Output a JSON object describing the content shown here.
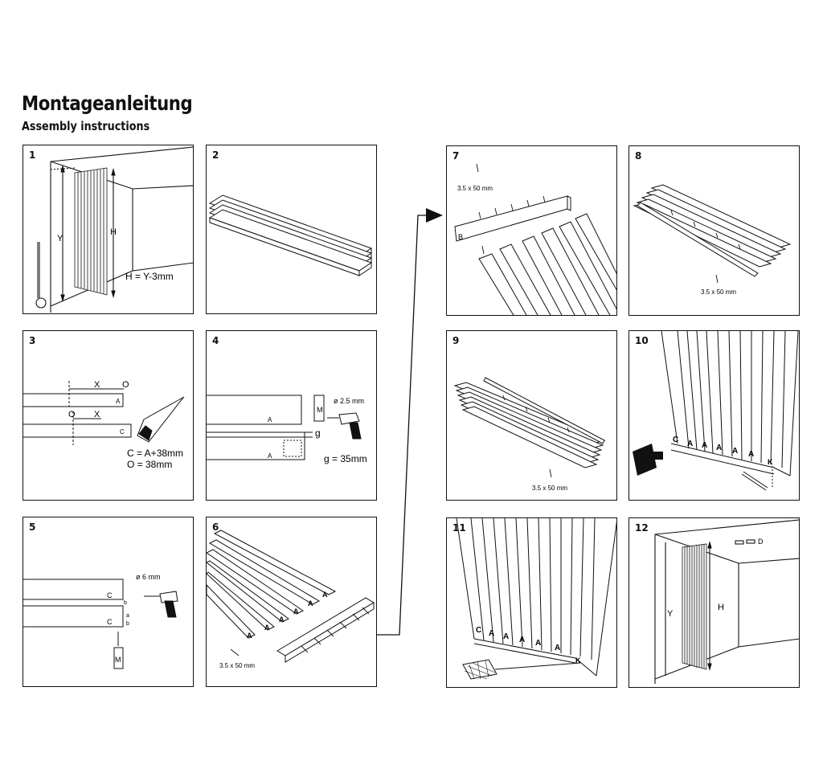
{
  "header": {
    "title": "Montageanleitung",
    "subtitle": "Assembly instructions"
  },
  "steps": [
    {
      "number": "1",
      "labels": {
        "y": "Y",
        "h": "H",
        "formula": "H = Y-3mm"
      }
    },
    {
      "number": "2"
    },
    {
      "number": "3",
      "labels": {
        "x1": "X",
        "o1": "O",
        "a": "A",
        "o2": "O",
        "x2": "X",
        "c": "C",
        "formula1": "C = A+38mm",
        "formula2": "O = 38mm"
      }
    },
    {
      "number": "4",
      "labels": {
        "a1": "A",
        "m": "M",
        "drill": "ø 2.5 mm",
        "g": "g",
        "a2": "A",
        "formula": "g = 35mm"
      }
    },
    {
      "number": "5",
      "labels": {
        "drill": "ø 6 mm",
        "c1": "C",
        "b1": "b",
        "c2": "C",
        "a": "a",
        "b2": "b",
        "m": "M"
      }
    },
    {
      "number": "6",
      "labels": {
        "screw": "3.5 x 50 mm",
        "a1": "A",
        "a2": "A",
        "a3": "A",
        "a4": "A",
        "a5": "A",
        "a6": "A"
      }
    },
    {
      "number": "7",
      "labels": {
        "screw": "3.5 x 50 mm",
        "b": "B"
      }
    },
    {
      "number": "8",
      "labels": {
        "screw": "3.5 x 50 mm"
      }
    },
    {
      "number": "9",
      "labels": {
        "screw": "3.5 x 50 mm"
      }
    },
    {
      "number": "10",
      "labels": {
        "c": "C",
        "a1": "A",
        "a2": "A",
        "a3": "A",
        "a4": "A",
        "a5": "A",
        "k": "K"
      }
    },
    {
      "number": "11",
      "labels": {
        "c": "C",
        "a1": "A",
        "a2": "A",
        "a3": "A",
        "a4": "A",
        "a5": "A",
        "k": "K"
      }
    },
    {
      "number": "12",
      "labels": {
        "d": "D",
        "y": "Y",
        "h": "H"
      }
    }
  ]
}
